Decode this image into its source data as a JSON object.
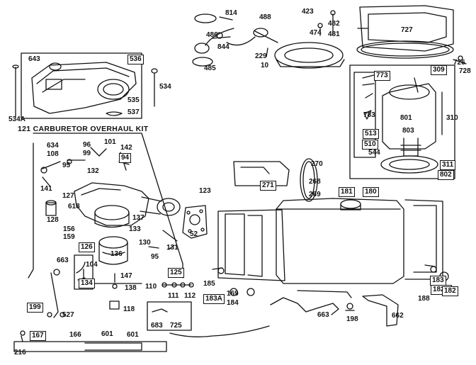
{
  "kit_title": "121 CARBURETOR OVERHAUL KIT",
  "part_labels": [
    "814",
    "488",
    "423",
    "482",
    "481",
    "474",
    "727",
    "486",
    "844",
    "229",
    "10",
    "485",
    "726",
    "728",
    "643",
    "536",
    "534",
    "534A",
    "535",
    "537",
    "309",
    "773",
    "783",
    "801",
    "310",
    "513",
    "510",
    "803",
    "544",
    "311",
    "802",
    "634",
    "108",
    "96",
    "99",
    "101",
    "142",
    "94",
    "95",
    "132",
    "141",
    "127",
    "618",
    "123",
    "128",
    "137",
    "133",
    "156",
    "159",
    "126",
    "136",
    "104",
    "130",
    "95",
    "131",
    "52",
    "125",
    "270",
    "271",
    "268",
    "269",
    "181",
    "180",
    "663",
    "134",
    "147",
    "138",
    "118",
    "110",
    "111",
    "112",
    "185",
    "169",
    "184",
    "183A",
    "183",
    "182A",
    "182",
    "188",
    "663",
    "662",
    "198",
    "199",
    "527",
    "683",
    "725",
    "167",
    "166",
    "601",
    "601",
    "216"
  ],
  "boxed_labels": [
    "536",
    "309",
    "773",
    "513",
    "510",
    "802",
    "311",
    "94",
    "126",
    "125",
    "134",
    "271",
    "181",
    "180",
    "183A",
    "183",
    "182A",
    "182",
    "199",
    "167"
  ]
}
